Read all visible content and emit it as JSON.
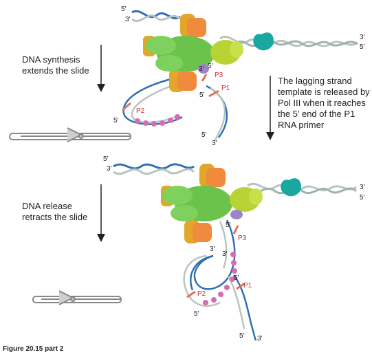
{
  "captions": {
    "synthesis": [
      "DNA synthesis",
      "extends the slide"
    ],
    "release": [
      "DNA release",
      "retracts the slide"
    ],
    "lagging": [
      "The lagging strand",
      "template is released by",
      "Pol III when it reaches",
      "the 5′ end of the P1",
      "RNA primer"
    ]
  },
  "figure_label": "Figure 20.15 part 2",
  "ends": {
    "five": "5′",
    "three": "3′"
  },
  "primers": {
    "p1": "P1",
    "p2": "P2",
    "p3": "P3"
  },
  "colors": {
    "dna_blue": "#2f6fb5",
    "dna_grey": "#b8c4c0",
    "primer": "#e2705a",
    "okazaki": "#d96bb0",
    "clamp_loader": "#6cc34b",
    "pol_orange": "#f08a3c",
    "pol_gold": "#e2a62a",
    "helicase": "#b7d334",
    "primase": "#1aa7a0",
    "purple": "#9b84c9"
  }
}
